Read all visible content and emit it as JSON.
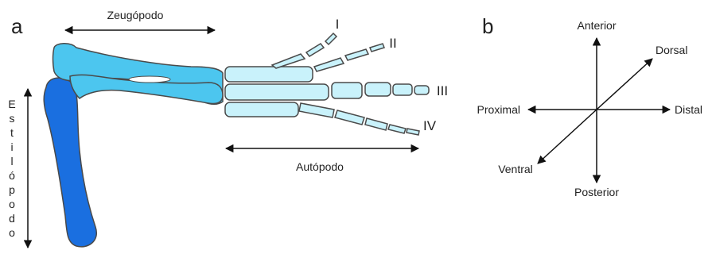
{
  "panel_a": {
    "letter": "a",
    "zeugopodo_label": "Zeugópodo",
    "autopodo_label": "Autópodo",
    "estilopodo_letters": [
      "E",
      "s",
      "t",
      "i",
      "l",
      "ó",
      "p",
      "o",
      "d",
      "o"
    ],
    "digits": [
      "I",
      "II",
      "III",
      "IV"
    ]
  },
  "panel_b": {
    "letter": "b",
    "anterior": "Anterior",
    "posterior": "Posterior",
    "proximal": "Proximal",
    "distal": "Distal",
    "dorsal": "Dorsal",
    "ventral": "Ventral"
  },
  "colors": {
    "stylopod": "#1a6fe0",
    "zeugopod": "#4cc6ef",
    "autopod": "#c9f2fb",
    "outline": "#4a4a4a",
    "arrow": "#111111"
  }
}
